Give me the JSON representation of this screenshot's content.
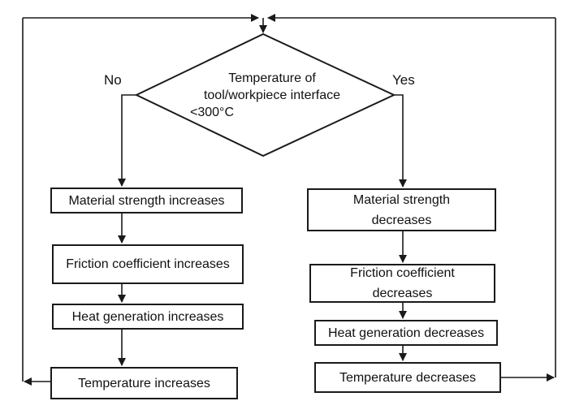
{
  "decision": {
    "lines": [
      "Temperature of",
      "tool/workpiece interface",
      "<300°C"
    ],
    "no_label": "No",
    "yes_label": "Yes"
  },
  "left_branch": [
    {
      "text": "Material strength increases"
    },
    {
      "text": "Friction coefficient increases"
    },
    {
      "text": "Heat generation increases"
    },
    {
      "text": "Temperature increases"
    }
  ],
  "right_branch": [
    {
      "text": "Material strength decreases"
    },
    {
      "text": "Friction coefficient decreases"
    },
    {
      "text": "Heat generation decreases"
    },
    {
      "text": "Temperature decreases"
    }
  ],
  "colors": {
    "stroke": "#1a1a1a",
    "background": "#ffffff"
  }
}
